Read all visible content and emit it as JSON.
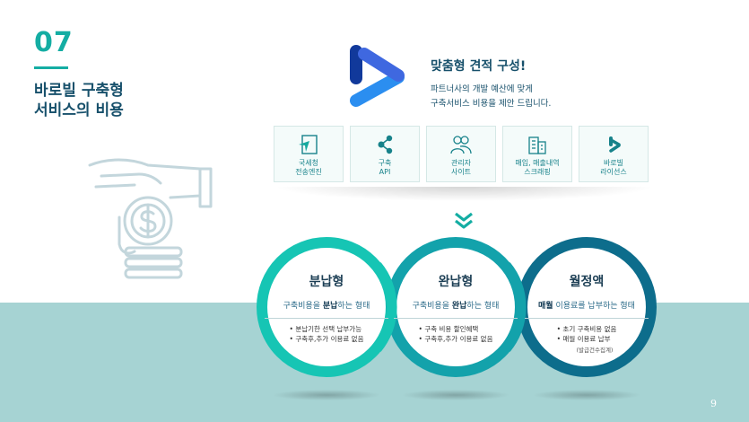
{
  "section": {
    "number": "07",
    "title_line1": "바로빌 구축형",
    "title_line2": "서비스의 비용"
  },
  "header": {
    "title": "맞춤형 견적 구성!",
    "desc_line1": "파트너사의 개발 예산에 맞게",
    "desc_line2": "구축서비스 비용을 제안 드립니다."
  },
  "cards": [
    {
      "icon": "send-document-icon",
      "line1": "국세청",
      "line2": "전송엔진"
    },
    {
      "icon": "share-nodes-icon",
      "line1": "구축",
      "line2": "API"
    },
    {
      "icon": "people-icon",
      "line1": "관리자",
      "line2": "사이트"
    },
    {
      "icon": "buildings-icon",
      "line1": "매입, 매출내역",
      "line2": "스크래핑"
    },
    {
      "icon": "barobill-logo-icon",
      "line1": "바로빌",
      "line2": "라이선스"
    }
  ],
  "plans": [
    {
      "title": "분납형",
      "sub_pre": "구축비용을 ",
      "sub_bold": "분납",
      "sub_post": "하는 형태",
      "items": [
        "분납기한 선택 납부가능",
        "구축후,추가 이용료 없음"
      ],
      "note": "",
      "color": "#16c5b4"
    },
    {
      "title": "완납형",
      "sub_pre": "구축비용을 ",
      "sub_bold": "완납",
      "sub_post": "하는 형태",
      "items": [
        "구축 비용 할인혜택",
        "구축후,추가 이용료 없음"
      ],
      "note": "",
      "color": "#13a2ab"
    },
    {
      "title": "월정액",
      "sub_pre": "",
      "sub_bold": "매월",
      "sub_post": " 이용료를 납부하는 형태",
      "items": [
        "초기 구축비용 없음",
        "매월 이용료 납부"
      ],
      "note": "(발급건수집계)",
      "color": "#0d6d8c"
    }
  ],
  "page_number": "9"
}
